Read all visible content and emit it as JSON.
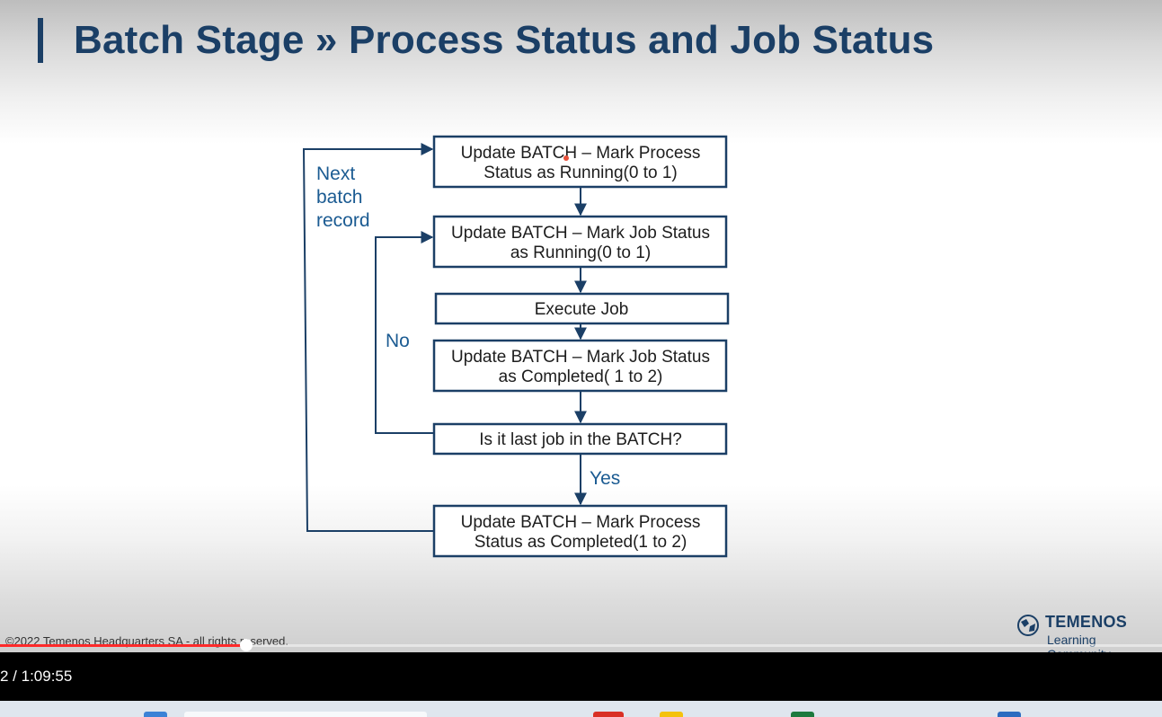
{
  "slide": {
    "title": "Batch Stage » Process Status and Job Status",
    "copyright": "©2022 Temenos Headquarters SA - all rights reserved.",
    "logo": {
      "name": "TEMENOS",
      "subtitle": "Learning Community"
    }
  },
  "flowchart": {
    "boxes": [
      {
        "line1": "Update BATCH – Mark Process",
        "line2": "Status as Running(0 to 1)"
      },
      {
        "line1": "Update BATCH – Mark Job Status",
        "line2": "as Running(0 to 1)"
      },
      {
        "line1": "Execute Job"
      },
      {
        "line1": "Update BATCH – Mark Job Status",
        "line2": "as Completed( 1 to 2)"
      },
      {
        "line1": "Is it last job in the BATCH?"
      },
      {
        "line1": "Update BATCH – Mark Process",
        "line2": "Status as Completed(1 to 2)"
      }
    ],
    "loop_label": [
      "Next",
      "batch",
      "record"
    ],
    "no_label": "No",
    "yes_label": "Yes"
  },
  "player": {
    "time": "2 / 1:09:55",
    "progress_fraction": 0.212,
    "accent_color": "#ff2a2a"
  },
  "colors": {
    "title": "#1b3f66",
    "labels": "#1b5b92"
  }
}
